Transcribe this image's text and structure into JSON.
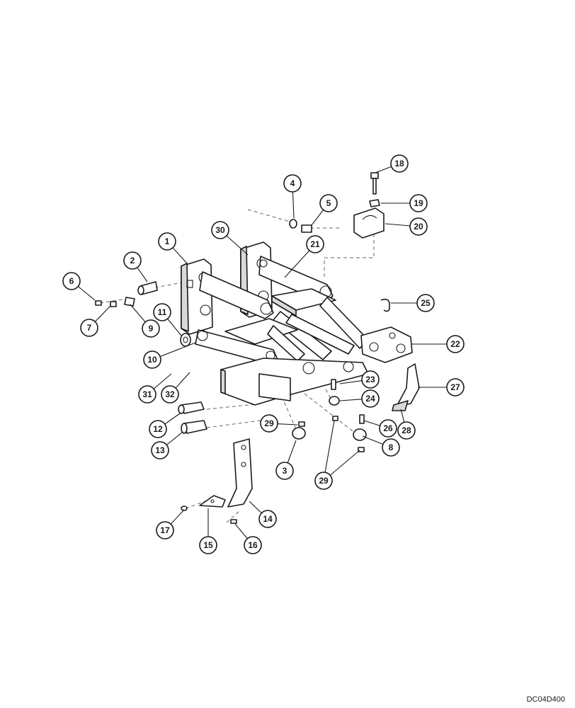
{
  "drawing_code": "DC04D400",
  "callouts": [
    "1",
    "2",
    "3",
    "4",
    "5",
    "6",
    "7",
    "8",
    "9",
    "10",
    "11",
    "12",
    "13",
    "14",
    "15",
    "16",
    "17",
    "18",
    "19",
    "20",
    "21",
    "22",
    "23",
    "24",
    "25",
    "26",
    "27",
    "28",
    "29",
    "29",
    "30",
    "31",
    "32"
  ],
  "colors": {
    "line": "#1a1a1a",
    "background": "#ffffff"
  }
}
